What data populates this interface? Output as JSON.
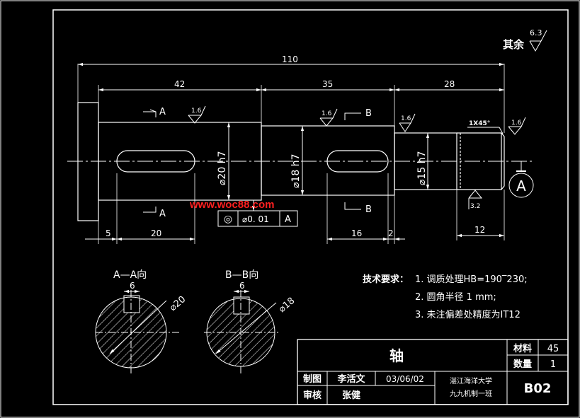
{
  "roughness": {
    "general_label": "其余",
    "general_value": "6.3",
    "fine_value": "1.6",
    "bore_value": "3.2"
  },
  "dims": {
    "overall": "110",
    "seg1": "42",
    "seg2": "35",
    "seg3": "28",
    "left_offset": "5",
    "key1_len": "20",
    "key2_len": "16",
    "shoulder": "2",
    "thread_len": "12",
    "dia1": "⌀20 h7",
    "dia2": "⌀18 h7",
    "dia3": "⌀15 h7",
    "chamfer": "1X45°",
    "key1_width": "6",
    "key2_width": "6",
    "sec_dia1": "⌀20",
    "sec_dia2": "⌀18"
  },
  "section_markers": {
    "a": "A",
    "b": "B"
  },
  "tolerance": {
    "symbol": "◎",
    "value": "⌀0. 01",
    "datum": "A"
  },
  "datum_label": "A",
  "watermark": "www.woc88.com",
  "views": {
    "a_title": "A—A向",
    "b_title": "B—B向"
  },
  "tech": {
    "title": "技术要求：",
    "items": [
      "1. 调质处理HB=190‾230;",
      "2. 圆角半径  1 mm;",
      "3. 未注偏差处精度为IT12"
    ]
  },
  "title_block": {
    "part_name": "轴",
    "material_label": "材料",
    "material_value": "45",
    "qty_label": "数量",
    "qty_value": "1",
    "drawn_label": "制图",
    "drawn_name": "李活文",
    "date": "03/06/02",
    "checked_label": "审核",
    "checked_name": "张健",
    "school": "湛江海洋大学",
    "class_name": "九九机制一班",
    "drawing_no": "B02"
  },
  "colors": {
    "bg": "#000000",
    "line": "#ffffff",
    "watermark": "#ff0000"
  }
}
